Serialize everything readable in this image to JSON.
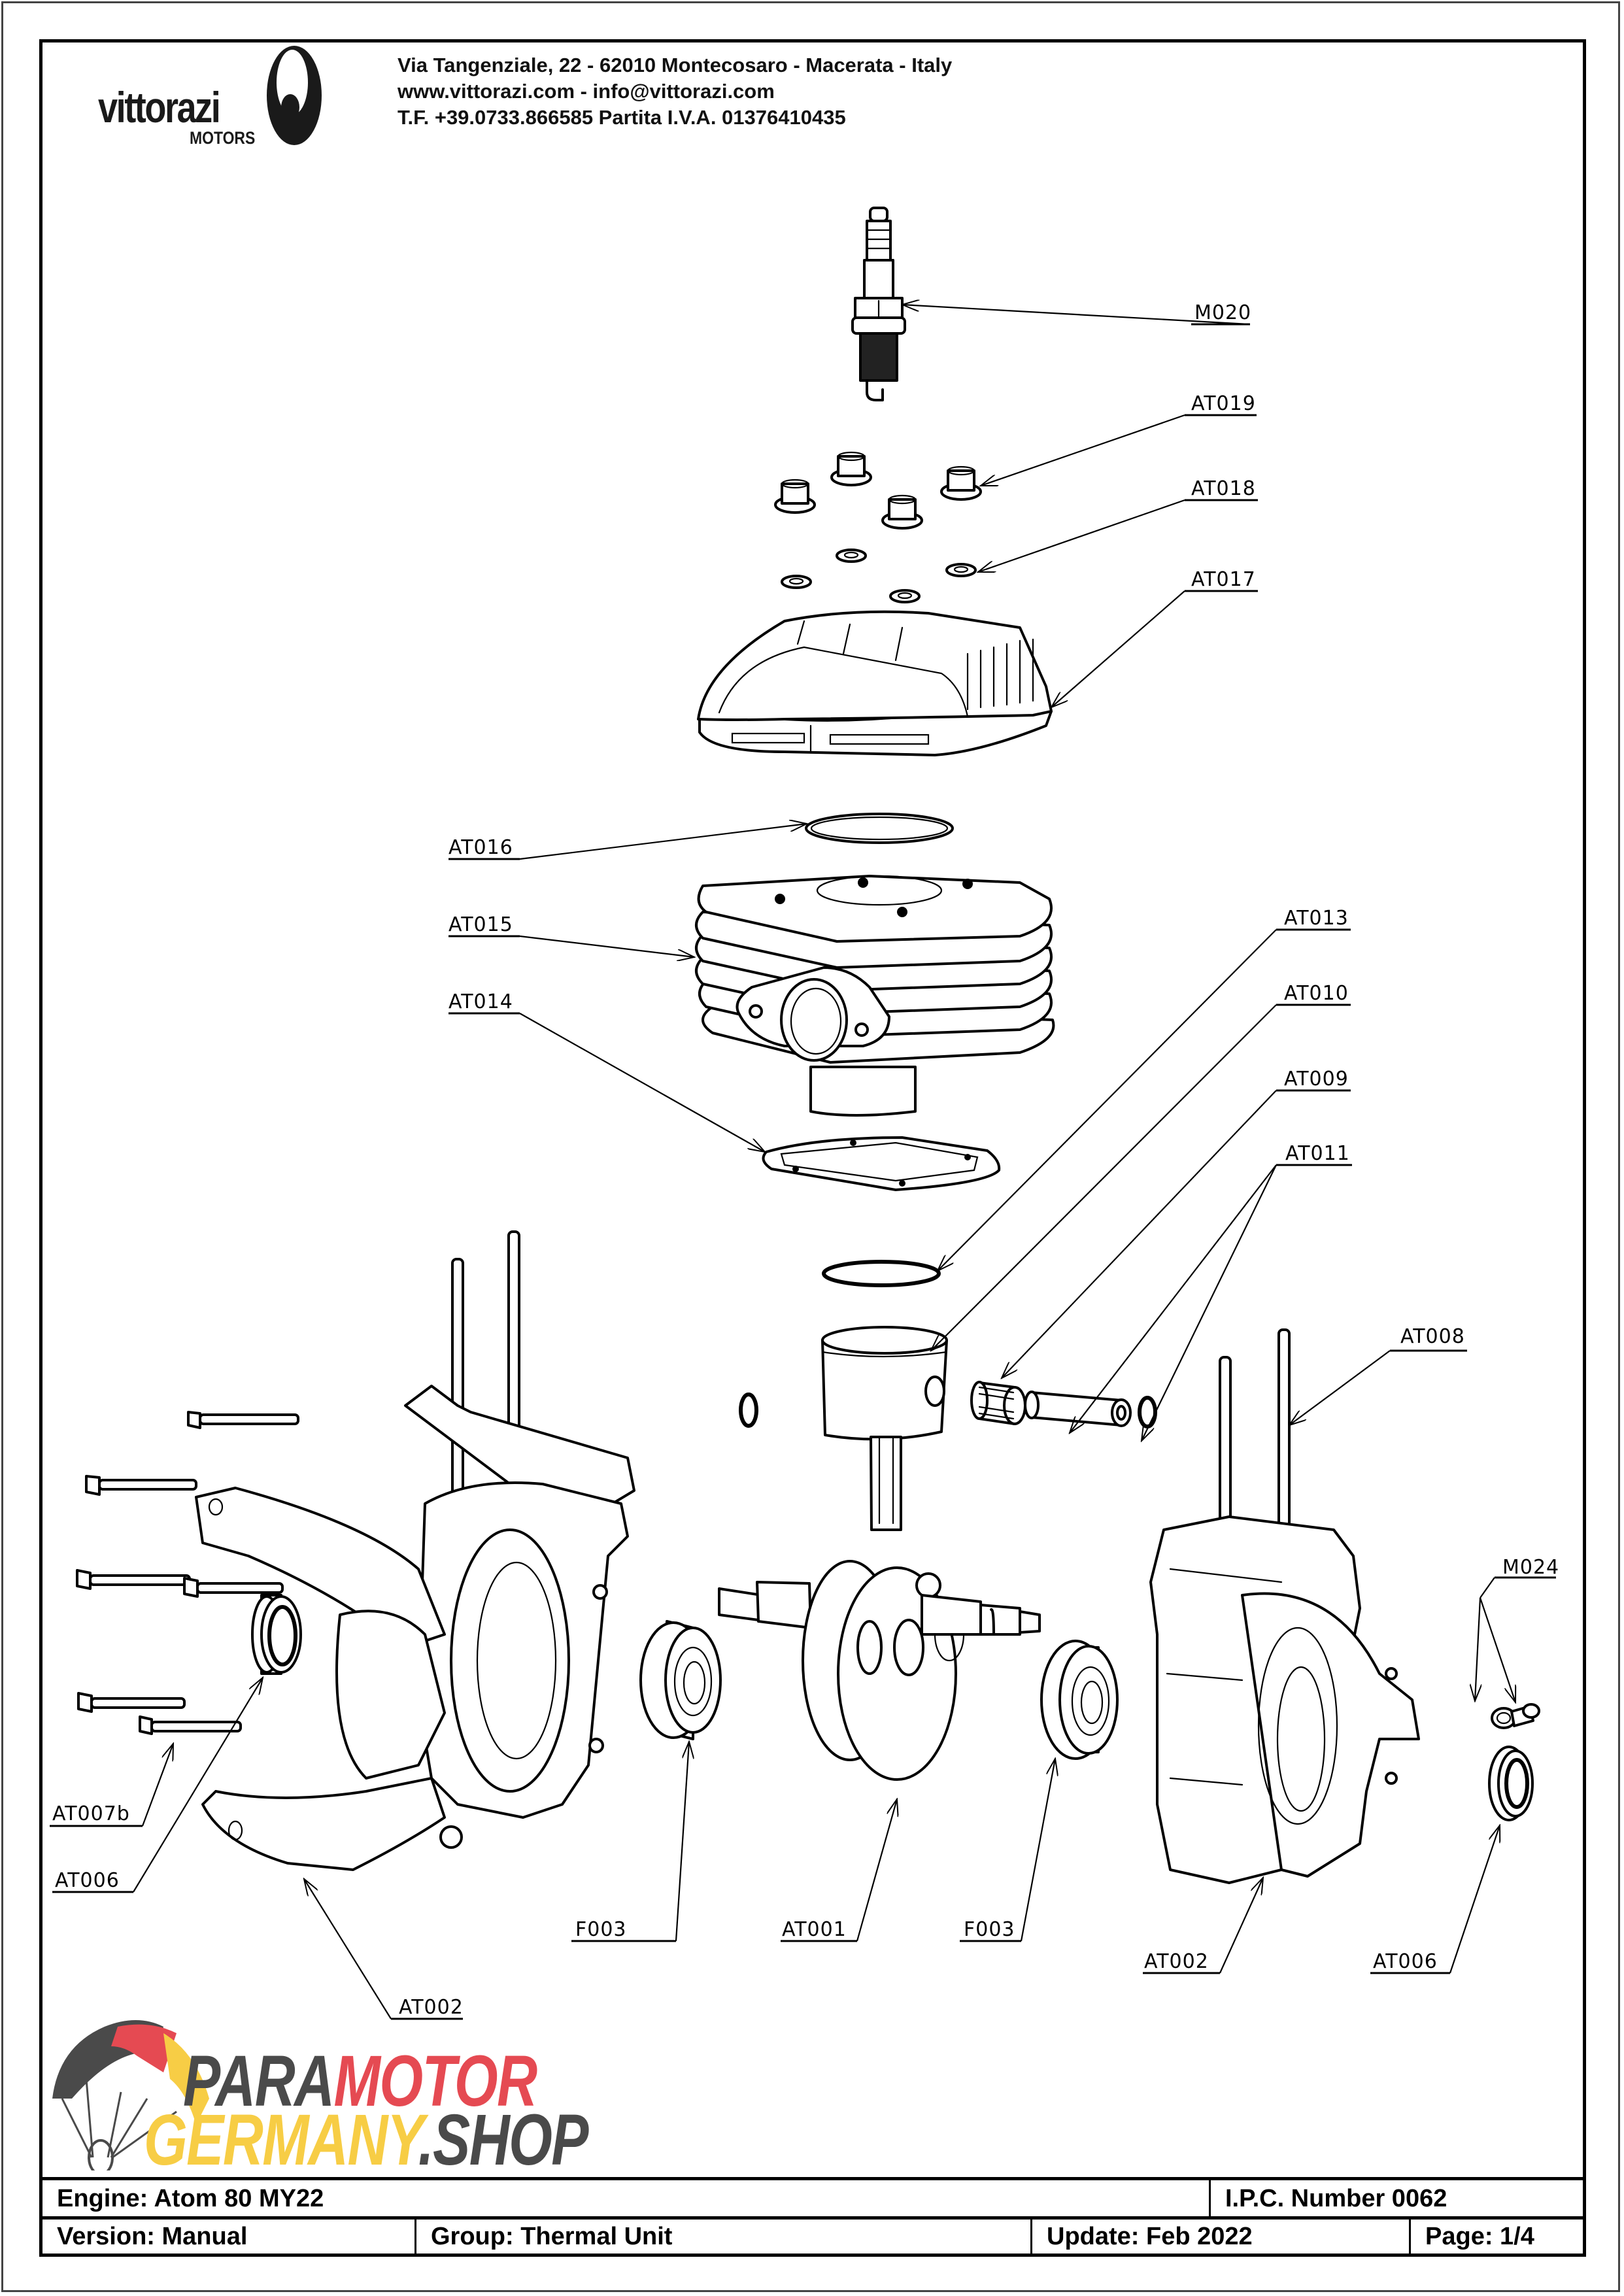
{
  "header": {
    "brand": {
      "name": "vittorazi",
      "subname": "MOTORS"
    },
    "address_lines": [
      "Via Tangenziale, 22 - 62010 Montecosaro - Macerata - Italy",
      "www.vittorazi.com - info@vittorazi.com",
      "T.F. +39.0733.866585 Partita I.V.A. 01376410435"
    ]
  },
  "diagram": {
    "title": "Exploded view - Thermal Unit",
    "callouts": {
      "m020": "M020",
      "at019": "AT019",
      "at018": "AT018",
      "at017": "AT017",
      "at016": "AT016",
      "at015": "AT015",
      "at014": "AT014",
      "at013": "AT013",
      "at010": "AT010",
      "at009": "AT009",
      "at011": "AT011",
      "at008": "AT008",
      "m024": "M024",
      "at007b": "AT007b",
      "at006_left": "AT006",
      "at002_left": "AT002",
      "f003_left": "F003",
      "at001": "AT001",
      "f003_right": "F003",
      "at002_right": "AT002",
      "at006_right": "AT006"
    },
    "parts": [
      {
        "code": "M020",
        "name": "spark plug"
      },
      {
        "code": "AT019",
        "name": "flange nuts"
      },
      {
        "code": "AT018",
        "name": "washers"
      },
      {
        "code": "AT017",
        "name": "cylinder head"
      },
      {
        "code": "AT016",
        "name": "head o-ring"
      },
      {
        "code": "AT015",
        "name": "cylinder"
      },
      {
        "code": "AT014",
        "name": "base gasket"
      },
      {
        "code": "AT013",
        "name": "piston ring"
      },
      {
        "code": "AT010",
        "name": "piston"
      },
      {
        "code": "AT009",
        "name": "needle bearing"
      },
      {
        "code": "AT011",
        "name": "piston pin and circlips"
      },
      {
        "code": "AT008",
        "name": "studs"
      },
      {
        "code": "M024",
        "name": "fittings"
      },
      {
        "code": "AT007b",
        "name": "crankcase bolts"
      },
      {
        "code": "AT006",
        "name": "oil seal"
      },
      {
        "code": "AT002",
        "name": "crankcase halves"
      },
      {
        "code": "F003",
        "name": "main bearing"
      },
      {
        "code": "AT001",
        "name": "crankshaft"
      }
    ]
  },
  "shop_logo": {
    "word1_a": "PARA",
    "word1_b": "MOTOR",
    "word2_a": "GERMANY",
    "word2_b": ".SHOP",
    "colors": {
      "black": "#4a4a4a",
      "red": "#e54a52",
      "gold": "#f7cd45"
    }
  },
  "footer": {
    "engine": "Engine: Atom 80 MY22",
    "ipc": "I.P.C. Number 0062",
    "version": "Version: Manual",
    "group": "Group: Thermal Unit",
    "update": "Update: Feb 2022",
    "page": "Page: 1/4"
  }
}
